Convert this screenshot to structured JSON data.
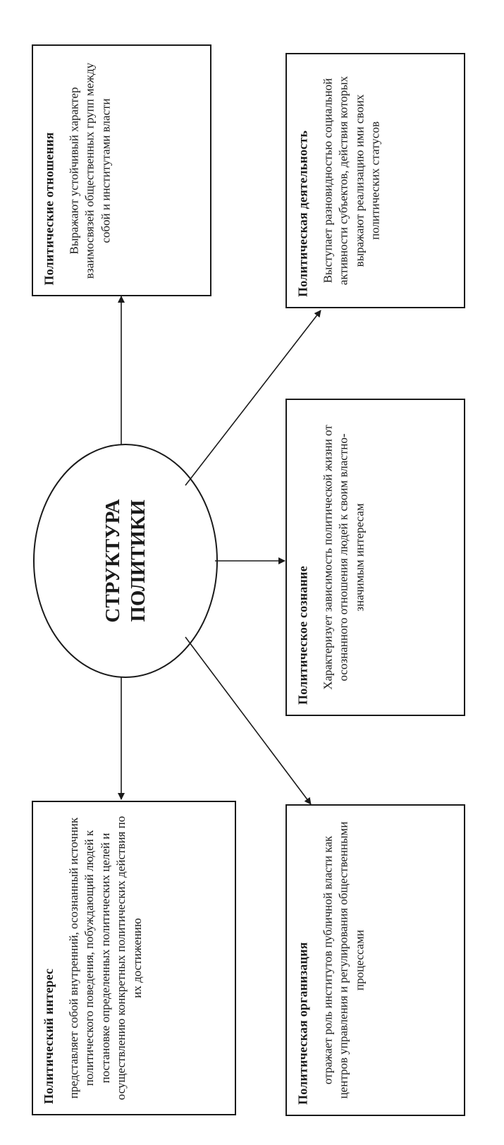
{
  "center": {
    "line1": "СТРУКТУРА",
    "line2": "ПОЛИТИКИ"
  },
  "boxes": {
    "relations": {
      "title": "Политические отношения",
      "text": "Выражают устойчивый характер взаимосвязей общественных групп между собой и институтами власти"
    },
    "activity": {
      "title": "Политическая деятельность",
      "text": "Выступает разновидностью социальной активности субъектов, действия которых выражают реализацию ими своих политических статусов"
    },
    "consciousness": {
      "title": "Политическое сознание",
      "text": "Характеризует зависимость политической жизни от осознанного отношения людей к своим властно-значимым интересам"
    },
    "interest": {
      "title": "Политический интерес",
      "text": "представляет собой внутренний, осознанный источник политического поведения, побуждающий людей к постановке определенных политических целей и осуществлению конкретных политических действия по их достижению"
    },
    "organization": {
      "title": "Политическая организация",
      "text": "отражает роль институтов публичной власти как центров управления и регулирования общественными процессами"
    }
  },
  "colors": {
    "line": "#1a1a1a",
    "background": "#ffffff"
  }
}
